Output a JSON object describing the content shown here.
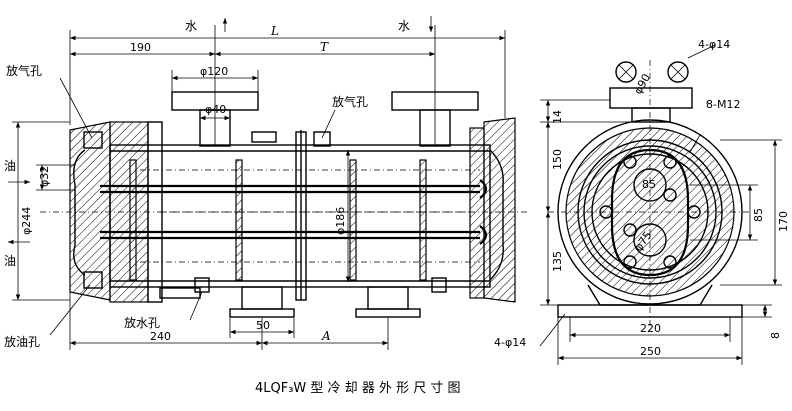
{
  "caption": "4LQF₃W 型 冷 却 器 外 形 尺 寸 图",
  "labels": {
    "water_left": "水",
    "water_right": "水",
    "oil_top": "油",
    "oil_bottom": "油",
    "vent_left": "放气孔",
    "vent_mid": "放气孔",
    "oil_drain": "放油孔",
    "water_drain": "放水孔"
  },
  "dimensions": {
    "L": "L",
    "T": "T",
    "A": "A",
    "d190": "190",
    "d120": "φ120",
    "d40": "φ40",
    "d32": "φ32",
    "d244": "φ244",
    "d186": "φ186",
    "d50": "50",
    "d240": "240",
    "holes_top": "4-φ14",
    "holes_bottom": "4-φ14",
    "d90": "φ90",
    "m12": "8-M12",
    "d14": "14",
    "d150": "150",
    "d85a": "85",
    "d85b": "85",
    "d170": "170",
    "d75": "φ75",
    "d135": "135",
    "d220": "220",
    "d250": "250",
    "d8": "8"
  }
}
